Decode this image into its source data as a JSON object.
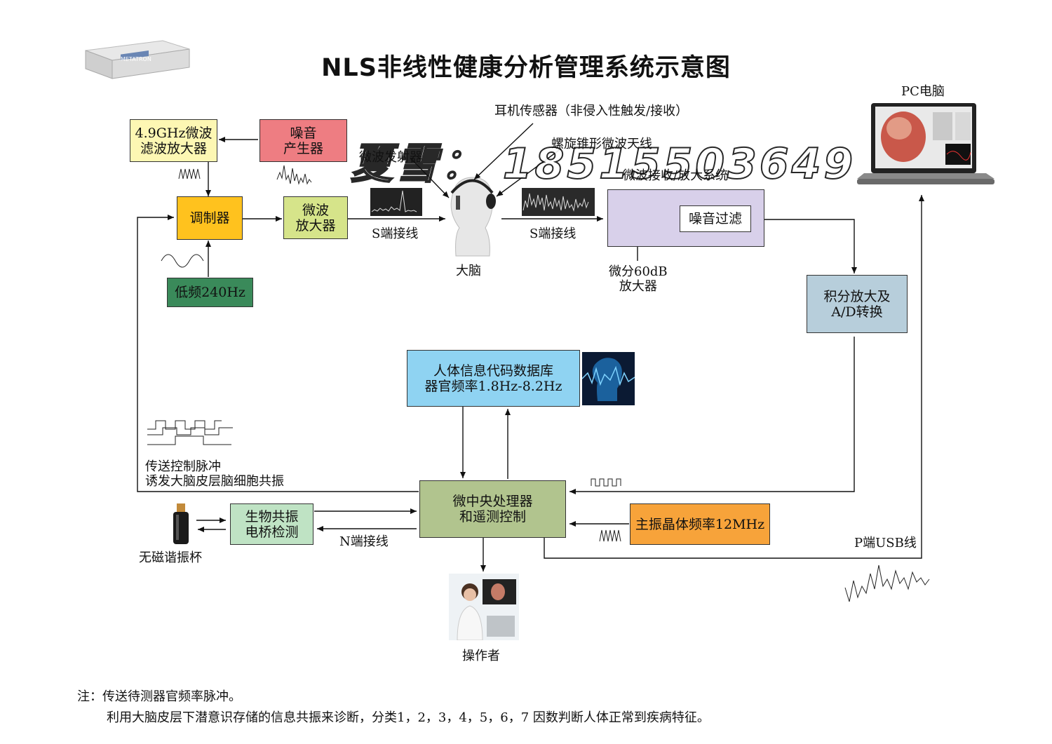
{
  "title": "NLS非线性健康分析管理系统示意图",
  "watermark": "夏雪： 18515503649",
  "device_logo": "METATRON",
  "blocks": {
    "filter_amp": "4.9GHz微波\n滤波放大器",
    "noise_gen": "噪音\n产生器",
    "modulator": "调制器",
    "microwave_amp": "微波\n放大器",
    "low_freq": "低频240Hz",
    "microwave_rx": "微波接收/放大系统",
    "noise_filter": "噪音过滤",
    "integrator": "积分放大及\nA/D转换",
    "database": "人体信息代码数据库\n器官频率1.8Hz-8.2Hz",
    "cpu": "微中央处理器\n和遥测控制",
    "crystal": "主振晶体频率12MHz",
    "bio_bridge": "生物共振\n电桥检测"
  },
  "labels": {
    "pc": "PC电脑",
    "headphone_sensor": "耳机传感器（非侵入性触发/接收）",
    "microwave_tx": "微波发射器",
    "helix_antenna": "螺旋锥形微波天线",
    "s_line_left": "S端接线",
    "s_line_right": "S端接线",
    "brain": "大脑",
    "diff_amp": "微分60dB\n放大器",
    "pulse": "传送控制脉冲\n诱发大脑皮层脑细胞共振",
    "cup": "无磁谐振杯",
    "n_line": "N端接线",
    "p_usb": "P端USB线",
    "operator": "操作者"
  },
  "note": {
    "line1": "注：传送待测器官频率脉冲。",
    "line2": "利用大脑皮层下潜意识存储的信息共振来诊断，分类1，2，3，4，5，6，7 因数判断人体正常到疾病特征。"
  },
  "colors": {
    "filter_amp": "#fdf7b3",
    "noise_gen": "#ee7d82",
    "modulator": "#ffc21e",
    "microwave_amp": "#d6e48a",
    "low_freq": "#3a8a5a",
    "microwave_rx": "#d8d0ea",
    "integrator": "#b7cedb",
    "database": "#8fd3f2",
    "cpu": "#b1c48e",
    "crystal": "#f7a33a",
    "bio_bridge": "#bfe3c4"
  }
}
